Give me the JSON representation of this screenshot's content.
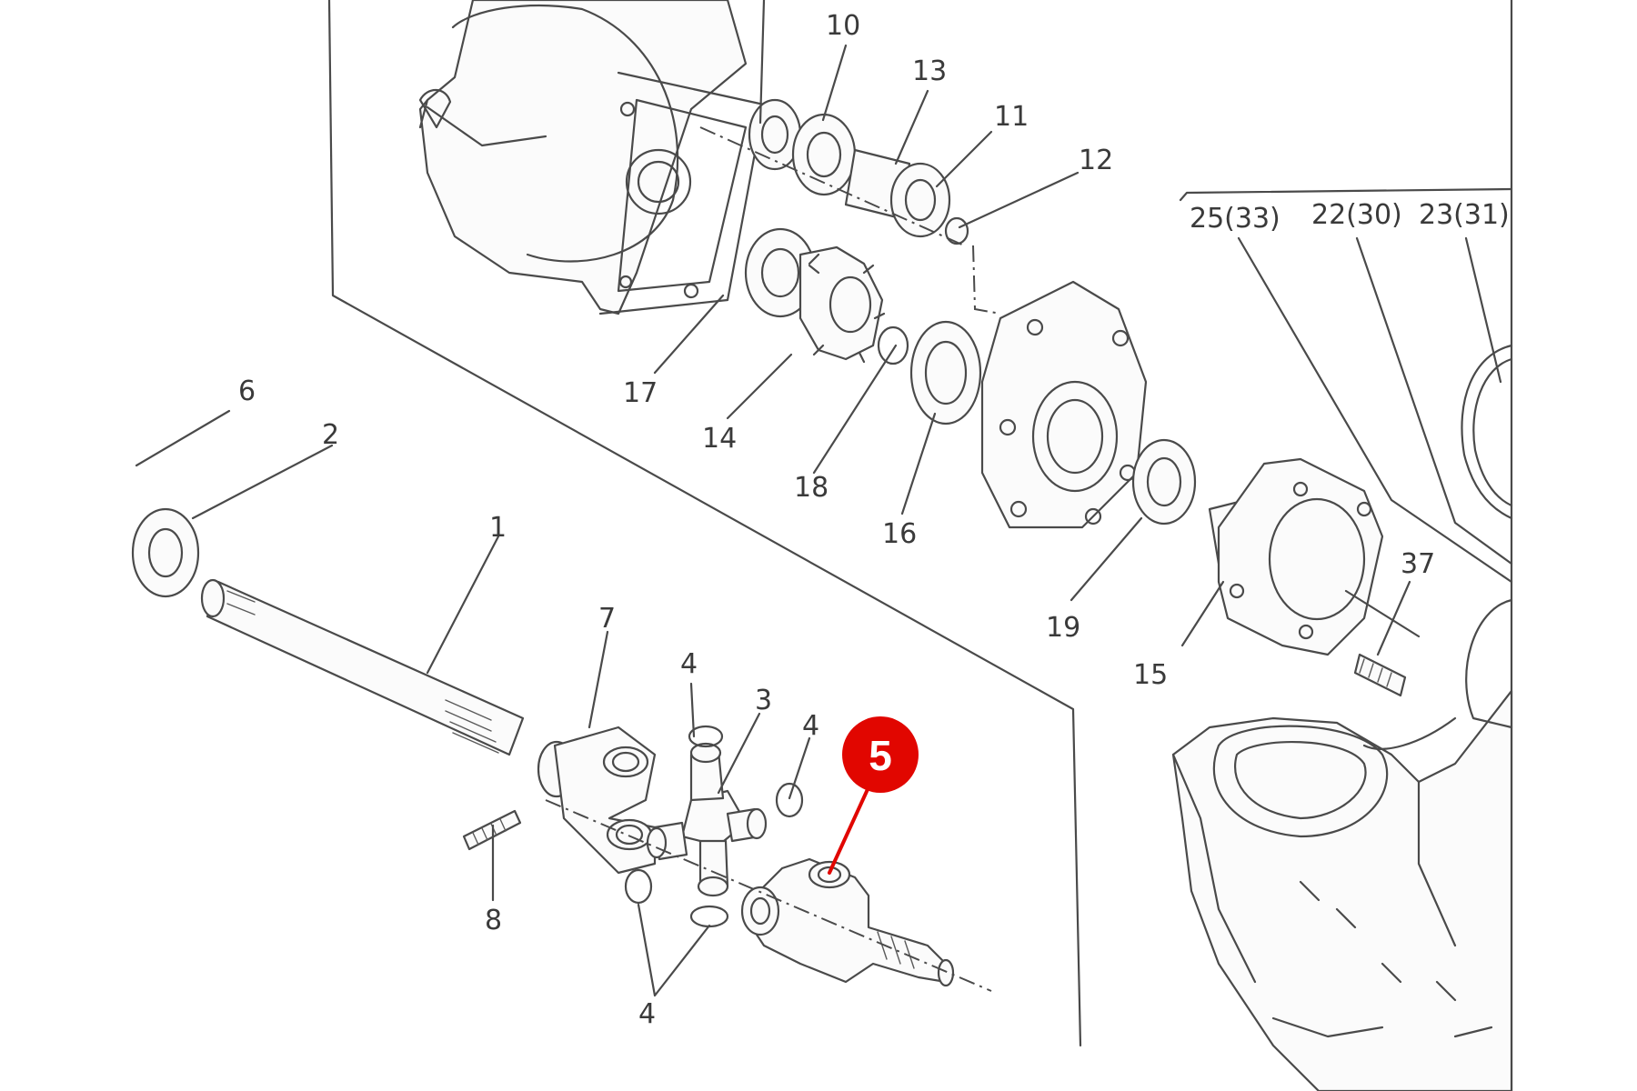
{
  "labels": {
    "l1": "1",
    "l2": "2",
    "l3": "3",
    "l4a": "4",
    "l4b": "4",
    "l4c": "4",
    "l6": "6",
    "l7": "7",
    "l8": "8",
    "l10": "10",
    "l11": "11",
    "l12": "12",
    "l13": "13",
    "l14": "14",
    "l15": "15",
    "l16": "16",
    "l17": "17",
    "l18": "18",
    "l19": "19",
    "l37": "37",
    "l25": "25(33)",
    "l22": "22(30)",
    "l23": "23(31)"
  },
  "callout": {
    "number": "5",
    "color": "#e10600"
  },
  "colors": {
    "line": "#4a4a4a",
    "background": "#ffffff"
  }
}
